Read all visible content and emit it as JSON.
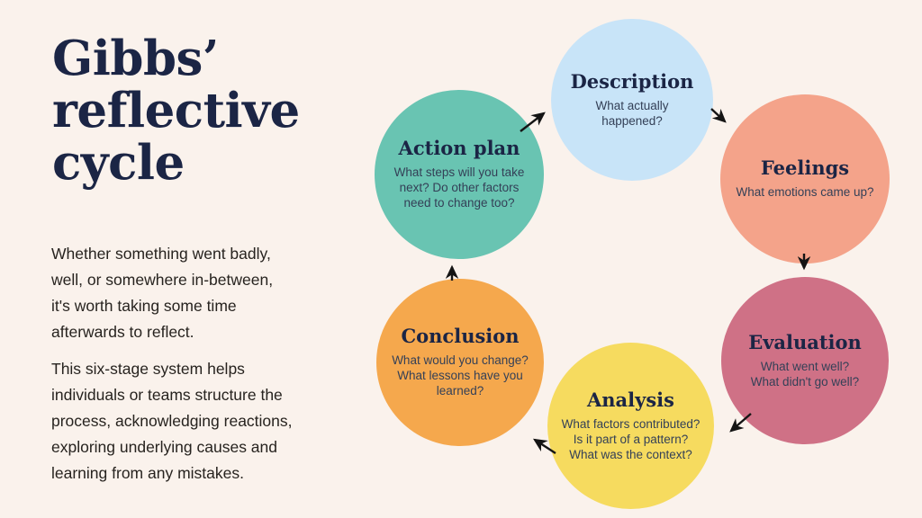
{
  "intro": {
    "title": "Gibbs’\nreflective\ncycle",
    "paragraphs": [
      "Whether something went badly,\nwell, or somewhere in-between,\nit's worth taking some time\nafterwards to reflect.",
      "This six-stage system helps\nindividuals or teams structure the\nprocess, acknowledging reactions,\nexploring underlying causes and\nlearning from any mistakes."
    ]
  },
  "diagram": {
    "stages": [
      {
        "title": "Description",
        "prompt": "What actually happened?",
        "color": "#c8e4f8"
      },
      {
        "title": "Feelings",
        "prompt": "What emotions came up?",
        "color": "#f4a38a"
      },
      {
        "title": "Evaluation",
        "prompt": "What went well?\nWhat didn't go well?",
        "color": "#cf7186"
      },
      {
        "title": "Analysis",
        "prompt": "What factors contributed?\nIs it part of a pattern?\nWhat was the context?",
        "color": "#f6db5f"
      },
      {
        "title": "Conclusion",
        "prompt": "What would you change?\nWhat lessons have you\nlearned?",
        "color": "#f5a84d"
      },
      {
        "title": "Action plan",
        "prompt": "What steps will you take\nnext? Do other factors\nneed to change too?",
        "color": "#69c4b2"
      }
    ],
    "flow": [
      "Description",
      "Feelings",
      "Evaluation",
      "Analysis",
      "Conclusion",
      "Action plan",
      "Description"
    ]
  },
  "colors": {
    "background": "#faf2ec",
    "heading": "#1b2545",
    "body_text": "#27231f",
    "arrow": "#141414"
  }
}
